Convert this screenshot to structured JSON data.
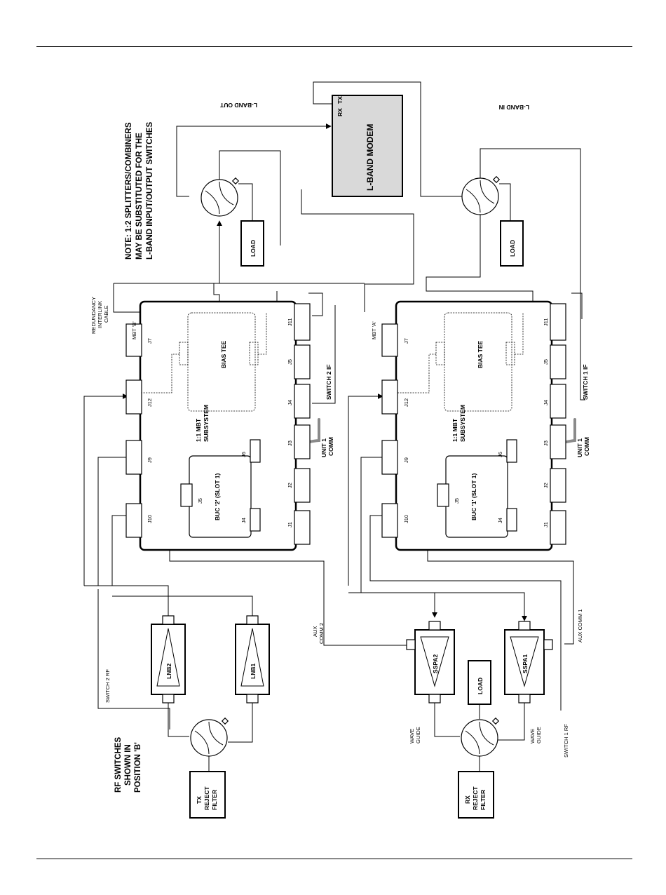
{
  "note": {
    "line1": "NOTE: 1:2 SPLITTERS/COMBINERS",
    "line2": "MAY BE SUBSTITUTED FOR THE",
    "line3": "L-BAND INPUT/OUTPUT SWITCHES"
  },
  "rf_switches_note": {
    "line1": "RF SWITCHES",
    "line2": "SHOWN IN",
    "line3": "POSITION 'B'"
  },
  "modem": {
    "label": "L-BAND MODEM",
    "rx": "RX",
    "tx": "TX"
  },
  "lband_out": "L-BAND OUT",
  "lband_in": "L-BAND IN",
  "load_label": "LOAD",
  "redundancy_cable": {
    "line1": "REDUNDANCY",
    "line2": "INTERLINK",
    "line3": "CABLE"
  },
  "mbt_b": {
    "tag": "MBT 'B'",
    "subsystem_line1": "1:1 MBT",
    "subsystem_line2": "SUBSYSTEM",
    "bias_tee": "BIAS TEE",
    "buc": "BUC '2' (SLOT 1)",
    "unit_comm_line1": "UNIT 1",
    "unit_comm_line2": "COMM",
    "switch_if": "SWITCH 2 IF"
  },
  "mbt_a": {
    "tag": "MBT 'A'",
    "subsystem_line1": "1:1 MBT",
    "subsystem_line2": "SUBSYSTEM",
    "bias_tee": "BIAS TEE",
    "buc": "BUC '1' (SLOT 1)",
    "unit_comm_line1": "UNIT 1",
    "unit_comm_line2": "COMM",
    "switch_if": "SWITCH 1 IF"
  },
  "connectors": {
    "j1": "J1",
    "j2": "J2",
    "j3": "J3",
    "j4": "J4",
    "j5": "J5",
    "j6": "J6",
    "j7": "J7",
    "j9": "J9",
    "j10": "J10",
    "j11": "J11",
    "j12": "J12"
  },
  "lnb2": "LNB2",
  "lnb1": "LNB1",
  "sspa2": "SSPA2",
  "sspa1": "SSPA1",
  "aux_comm_2": {
    "line1": "AUX",
    "line2": "COMM 2"
  },
  "aux_comm_1": "AUX COMM 1",
  "switch_2_rf": "SWITCH 2 RF",
  "switch_1_rf": "SWITCH 1 RF",
  "wave_guide": {
    "line1": "WAVE",
    "line2": "GUIDE"
  },
  "tx_reject": {
    "line1": "TX",
    "line2": "REJECT",
    "line3": "FILTER"
  },
  "rx_reject": {
    "line1": "RX",
    "line2": "REJECT",
    "line3": "FILTER"
  },
  "colors": {
    "modem_fill": "#d9d9d9",
    "comm_cable": "#8a8a8a"
  }
}
